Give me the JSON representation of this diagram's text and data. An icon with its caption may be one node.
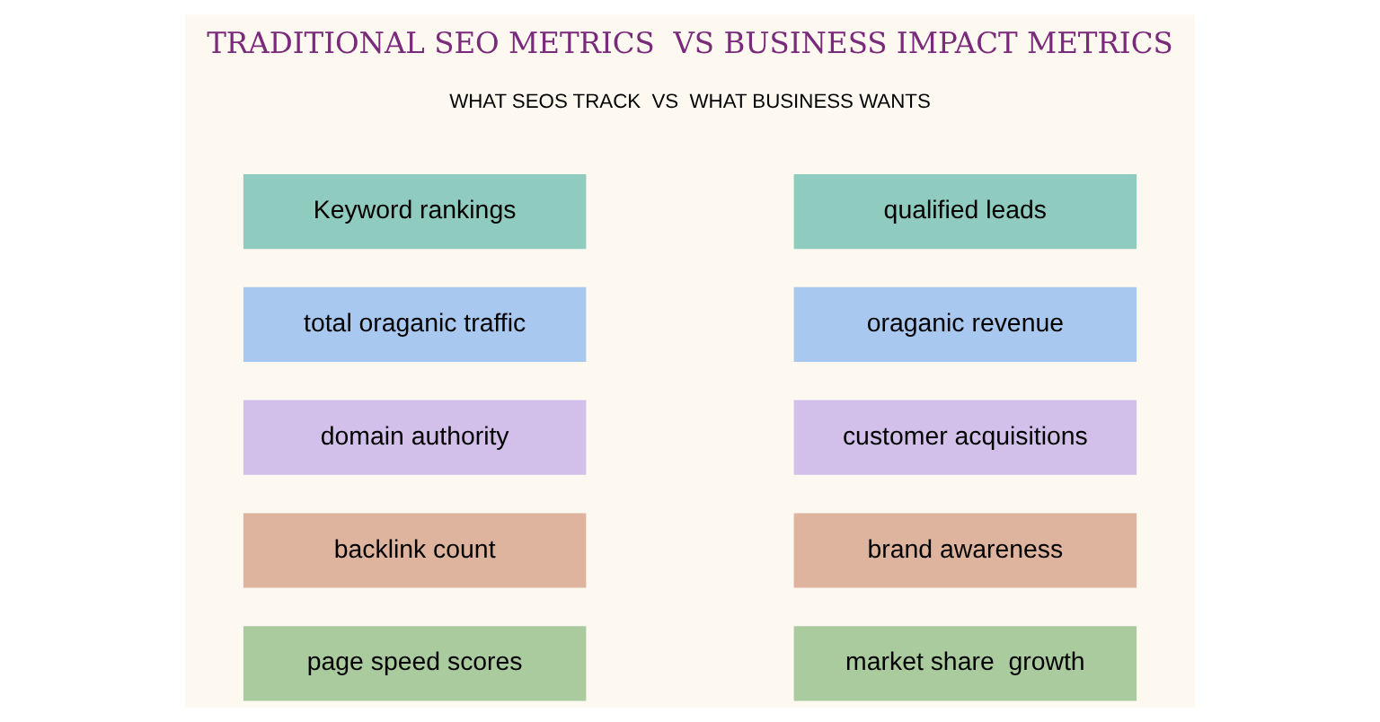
{
  "diagram": {
    "title": "TRADITIONAL SEO METRICS  VS BUSINESS IMPACT METRICS",
    "nodes": [
      {
        "text": [
          "Keyword rankings"
        ]
      },
      {
        "text": [
          "total oraganic traffic"
        ]
      },
      {
        "text": [
          "domain authority"
        ]
      },
      {
        "text": [
          "backlink count"
        ]
      },
      {
        "text": [
          "page speed scores"
        ]
      },
      {
        "text": [
          "qualified leads"
        ]
      },
      {
        "text": [
          "oraganic revenue"
        ]
      },
      {
        "text": [
          "customer acquisitions"
        ]
      },
      {
        "text": [
          "brand awareness"
        ]
      },
      {
        "text": [
          "market share  growth"
        ]
      }
    ],
    "labels": [
      "WHAT SEOS TRACK  VS  WHAT BUSINESS WANTS"
    ]
  }
}
